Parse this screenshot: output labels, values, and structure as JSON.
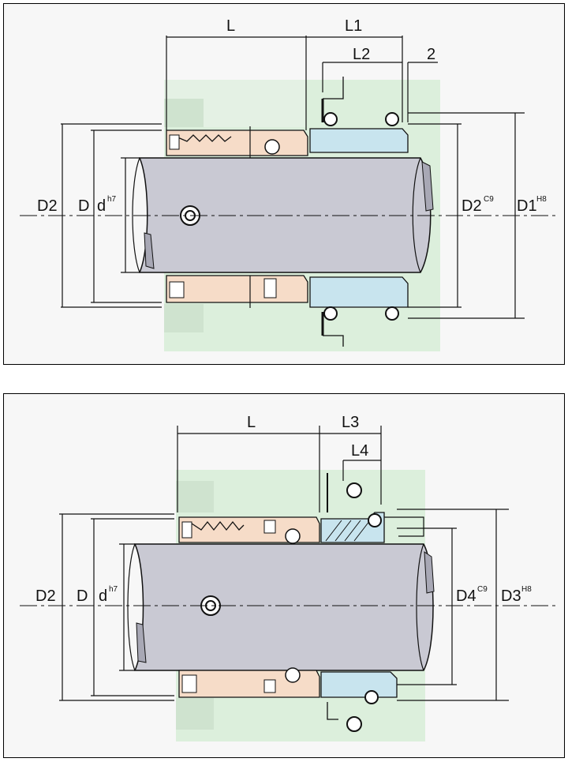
{
  "top_drawing": {
    "labels": {
      "L": "L",
      "L1": "L1",
      "L2": "L2",
      "two": "2",
      "D2": "D2",
      "D": "D",
      "d": "d",
      "d_sup": "h7",
      "D2c": "D2",
      "D2c_sup": "C9",
      "D1": "D1",
      "D1_sup": "H8"
    }
  },
  "bottom_drawing": {
    "labels": {
      "L": "L",
      "L3": "L3",
      "L4": "L4",
      "D2": "D2",
      "D": "D",
      "d": "d",
      "d_sup": "h7",
      "D4": "D4",
      "D4_sup": "C9",
      "D3": "D3",
      "D3_sup": "H8"
    }
  },
  "colors": {
    "shaft": "#c9c9d3",
    "housing": "#dcefdc",
    "rotary_parts": "#f6dcc8",
    "stationary_seat": "#c8e4ee",
    "line": "#111111"
  }
}
